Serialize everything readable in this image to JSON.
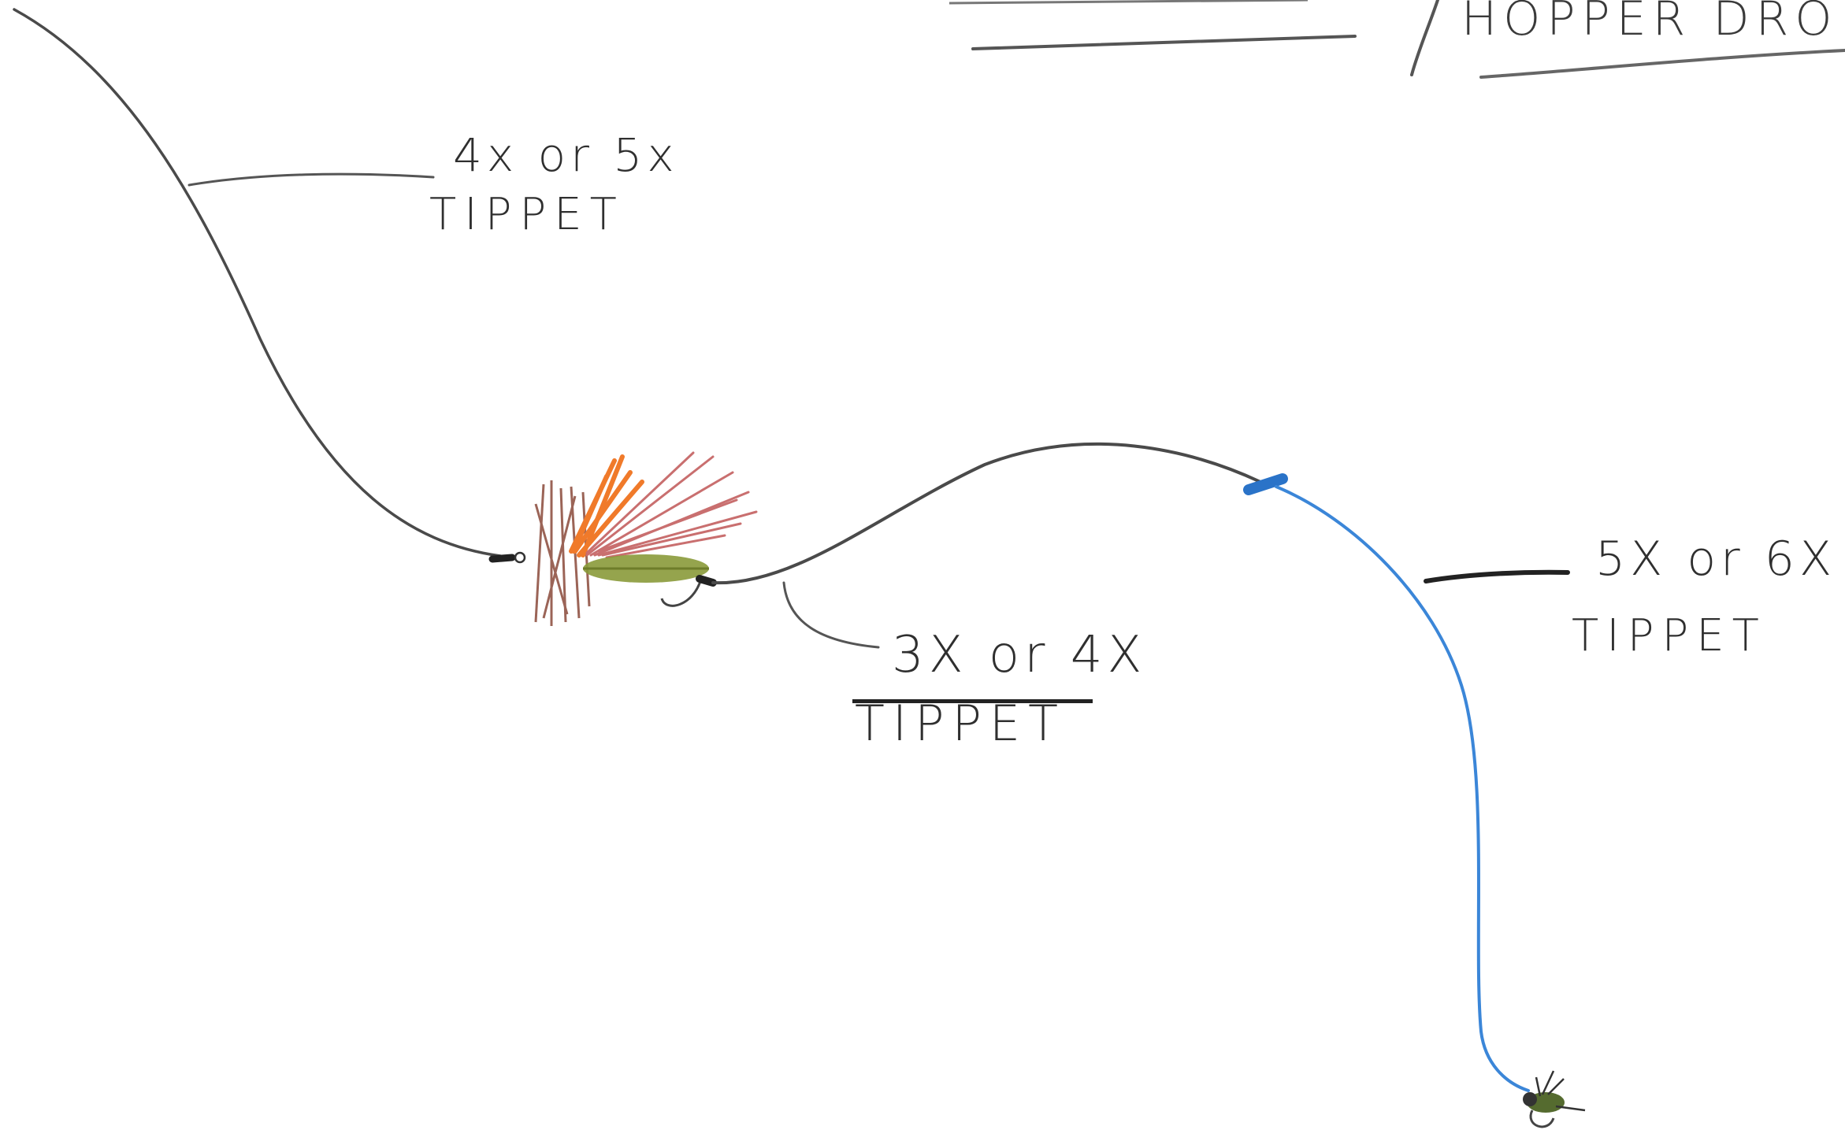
{
  "header": {
    "right_title": "HOPPER DRO"
  },
  "labels": {
    "upper_tippet": {
      "size": "4x or 5x",
      "word": "TIPPET"
    },
    "middle_tippet": {
      "size": "3X or 4X",
      "word": "TIPPET"
    },
    "dropper_tippet": {
      "size": "5X or 6X",
      "word": "TIPPET"
    }
  },
  "colors": {
    "line": "#4a4a4a",
    "dropper_line": "#3b86d8",
    "hopper_body": "#8a9a3a",
    "hopper_wing": "#c96f6f",
    "hopper_orange": "#f07a2a",
    "nymph": "#556b2f"
  },
  "icons": {
    "dry_fly": "hopper-fly-icon",
    "nymph": "nymph-fly-icon",
    "knot": "blood-knot-icon"
  }
}
